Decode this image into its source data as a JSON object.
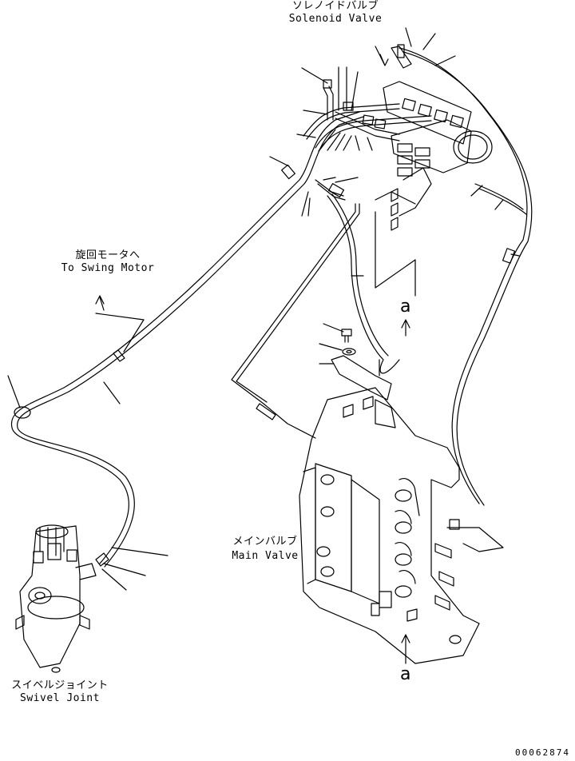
{
  "labels": {
    "solenoid_jp": "ソレノイドバルブ",
    "solenoid_en": "Solenoid Valve",
    "swing_jp": "旋回モータへ",
    "swing_en": "To Swing Motor",
    "main_jp": "メインバルブ",
    "main_en": "Main Valve",
    "swivel_jp": "スイベルジョイント",
    "swivel_en": "Swivel Joint",
    "view_a_top": "a",
    "view_a_bottom": "a"
  },
  "drawing_number": "00062874"
}
